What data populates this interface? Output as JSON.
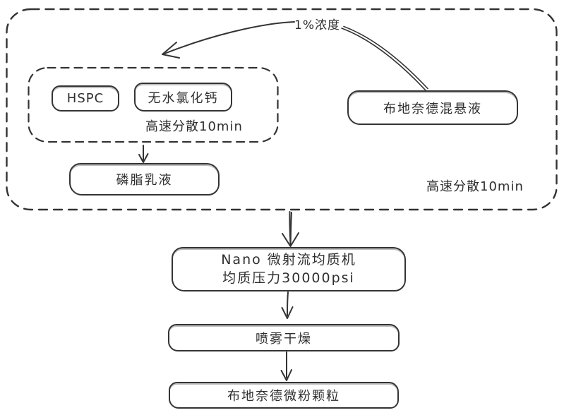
{
  "nodes": {
    "hspc": "HSPC",
    "anhydrous_calcium_chloride": "无水氯化钙",
    "phospholipid_emulsion": "磷脂乳液",
    "budesonide_suspension": "布地奈德混悬液",
    "homogenizer_line1": "Nano 微射流均质机",
    "homogenizer_line2": "均质压力30000psi",
    "spray_drying": "喷雾干燥",
    "budesonide_micronized_particles": "布地奈德微粉颗粒"
  },
  "annotations": {
    "concentration": "1%浓度",
    "inner_dispersion": "高速分散10min",
    "outer_dispersion": "高速分散10min"
  },
  "colors": {
    "stroke": "#333333",
    "background": "#ffffff"
  }
}
